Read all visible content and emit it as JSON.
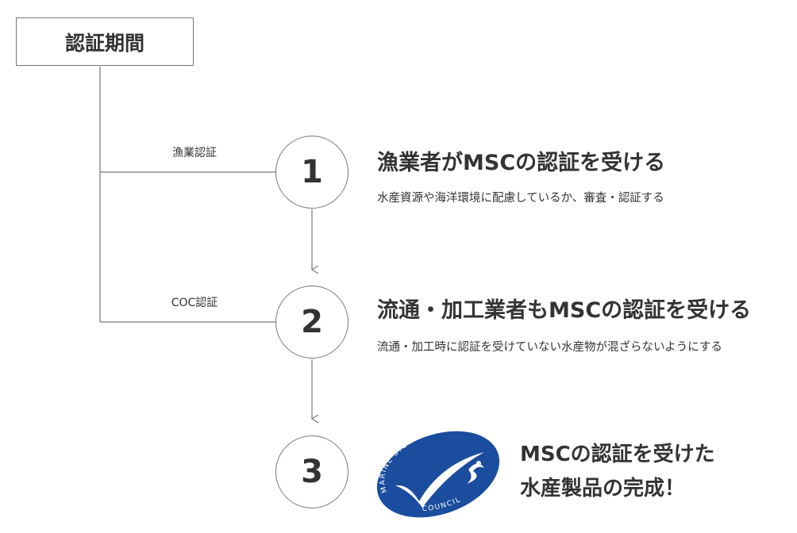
{
  "header": {
    "title": "認証期間"
  },
  "branches": [
    {
      "label": "漁業認証"
    },
    {
      "label": "COC認証"
    }
  ],
  "steps": [
    {
      "number": "1",
      "title": "漁業者がMSCの認証を受ける",
      "description": "水産資源や海洋環境に配慮しているか、審査・認証する"
    },
    {
      "number": "2",
      "title": "流通・加工業者もMSCの認証を受ける",
      "description": "流通・加工時に認証を受けていない水産物が混ざらないようにする"
    },
    {
      "number": "3",
      "title_line1": "MSCの認証を受けた",
      "title_line2": "水産製品の完成！"
    }
  ],
  "logo": {
    "top_text": "MARINE STEWARDSHIP",
    "bottom_text": "COUNCIL",
    "color": "#1a4d9e"
  }
}
